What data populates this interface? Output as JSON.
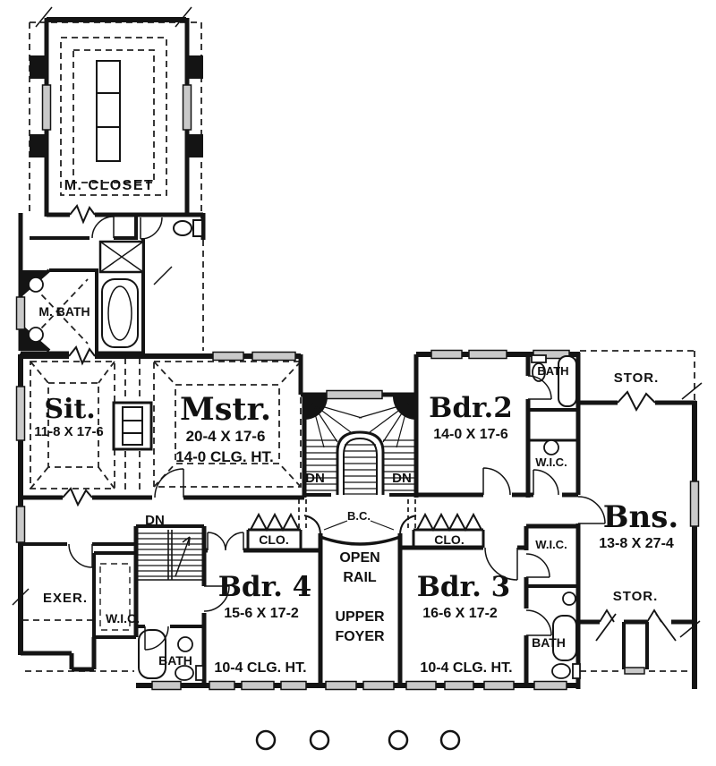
{
  "meta": {
    "drawing_type": "second floor plan",
    "background": "#ffffff",
    "wall_color": "#141414",
    "window_fill": "#c9c9c9"
  },
  "rooms": {
    "master_closet": {
      "label": "M. CLOSET"
    },
    "master_bath": {
      "label": "M. BATH"
    },
    "sitting": {
      "label": "Sit.",
      "dim": "11-8 X 17-6"
    },
    "master": {
      "label": "Mstr.",
      "dim": "20-4 X 17-6",
      "ceiling": "14-0 CLG. HT."
    },
    "bedroom2": {
      "label": "Bdr.2",
      "dim": "14-0 X 17-6"
    },
    "bath_upper_right": {
      "label": "BATH"
    },
    "wic_upper_right": {
      "label": "W.I.C."
    },
    "storage_upper_right": {
      "label": "STOR."
    },
    "bonus": {
      "label": "Bns.",
      "dim": "13-8 X 27-4"
    },
    "bedroom4": {
      "label": "Bdr. 4",
      "dim": "15-6 X 17-2",
      "ceiling": "10-4 CLG. HT."
    },
    "bedroom3": {
      "label": "Bdr. 3",
      "dim": "16-6 X 17-2",
      "ceiling": "10-4 CLG. HT."
    },
    "exercise": {
      "label": "EXER."
    },
    "wic_left": {
      "label": "W.I.C."
    },
    "bath_left": {
      "label": "BATH"
    },
    "wic_lower_right": {
      "label": "W.I.C."
    },
    "bath_lower_right": {
      "label": "BATH"
    },
    "storage_lower_right": {
      "label": "STOR."
    },
    "closet_hall_left": {
      "label": "CLO."
    },
    "closet_hall_right": {
      "label": "CLO."
    }
  },
  "annotations": {
    "stair_down_main_left": "DN",
    "stair_down_main_right": "DN",
    "stair_down_back": "DN",
    "balcony_curve": "B.C.",
    "open_rail": {
      "line1": "OPEN",
      "line2": "RAIL"
    },
    "upper_foyer": {
      "line1": "UPPER",
      "line2": "FOYER"
    }
  }
}
